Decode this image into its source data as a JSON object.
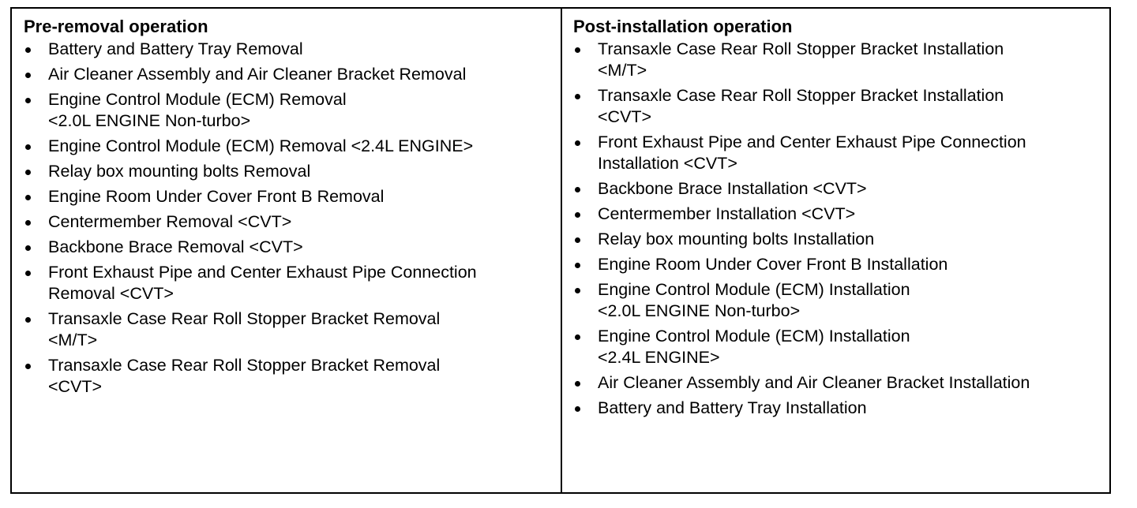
{
  "document": {
    "left_column": {
      "title": "Pre-removal operation",
      "items": [
        "Battery and Battery Tray Removal",
        "Air Cleaner Assembly and Air Cleaner Bracket Removal",
        "Engine Control Module (ECM) Removal\n<2.0L ENGINE Non-turbo>",
        "Engine Control Module (ECM) Removal  <2.4L ENGINE>",
        "Relay box mounting bolts Removal",
        "Engine Room Under Cover Front B Removal",
        "Centermember Removal  <CVT>",
        "Backbone Brace Removal  <CVT>",
        "Front Exhaust Pipe and Center Exhaust Pipe Connection\nRemoval  <CVT>",
        "Transaxle Case Rear Roll Stopper Bracket Removal\n<M/T>",
        "Transaxle Case Rear Roll Stopper Bracket Removal\n<CVT>"
      ]
    },
    "right_column": {
      "title": "Post-installation operation",
      "items": [
        "Transaxle Case Rear Roll Stopper Bracket Installation\n<M/T>",
        "Transaxle Case Rear Roll Stopper Bracket Installation\n<CVT>",
        "Front Exhaust Pipe and Center Exhaust Pipe Connection\nInstallation  <CVT>",
        "Backbone Brace Installation  <CVT>",
        "Centermember Installation   <CVT>",
        "Relay box mounting bolts Installation",
        "Engine Room Under Cover Front B Installation",
        "Engine Control Module (ECM) Installation\n<2.0L ENGINE Non-turbo>",
        "Engine Control Module (ECM) Installation\n<2.4L ENGINE>",
        "Air Cleaner Assembly and Air Cleaner Bracket Installation",
        "Battery and Battery Tray Installation"
      ]
    }
  }
}
